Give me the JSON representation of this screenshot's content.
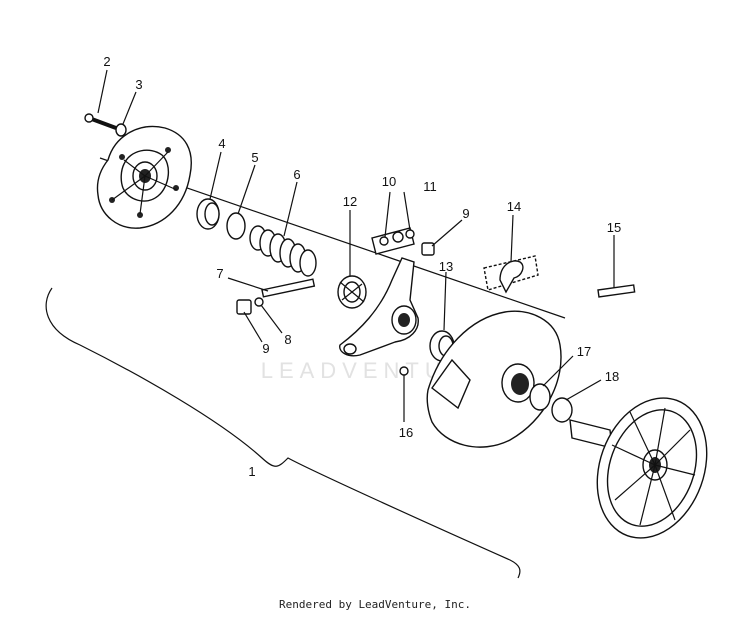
{
  "callouts": [
    {
      "id": "2",
      "label": "2"
    },
    {
      "id": "3",
      "label": "3"
    },
    {
      "id": "4",
      "label": "4"
    },
    {
      "id": "5",
      "label": "5"
    },
    {
      "id": "6",
      "label": "6"
    },
    {
      "id": "7",
      "label": "7"
    },
    {
      "id": "8",
      "label": "8"
    },
    {
      "id": "9a",
      "label": "9"
    },
    {
      "id": "9b",
      "label": "9"
    },
    {
      "id": "10",
      "label": "10"
    },
    {
      "id": "11",
      "label": "11"
    },
    {
      "id": "12",
      "label": "12"
    },
    {
      "id": "13",
      "label": "13"
    },
    {
      "id": "14",
      "label": "14"
    },
    {
      "id": "15",
      "label": "15"
    },
    {
      "id": "16",
      "label": "16"
    },
    {
      "id": "17",
      "label": "17"
    },
    {
      "id": "18",
      "label": "18"
    },
    {
      "id": "1",
      "label": "1"
    }
  ],
  "watermark": "LEADVENTURE",
  "footer": "Rendered by LeadVenture, Inc."
}
